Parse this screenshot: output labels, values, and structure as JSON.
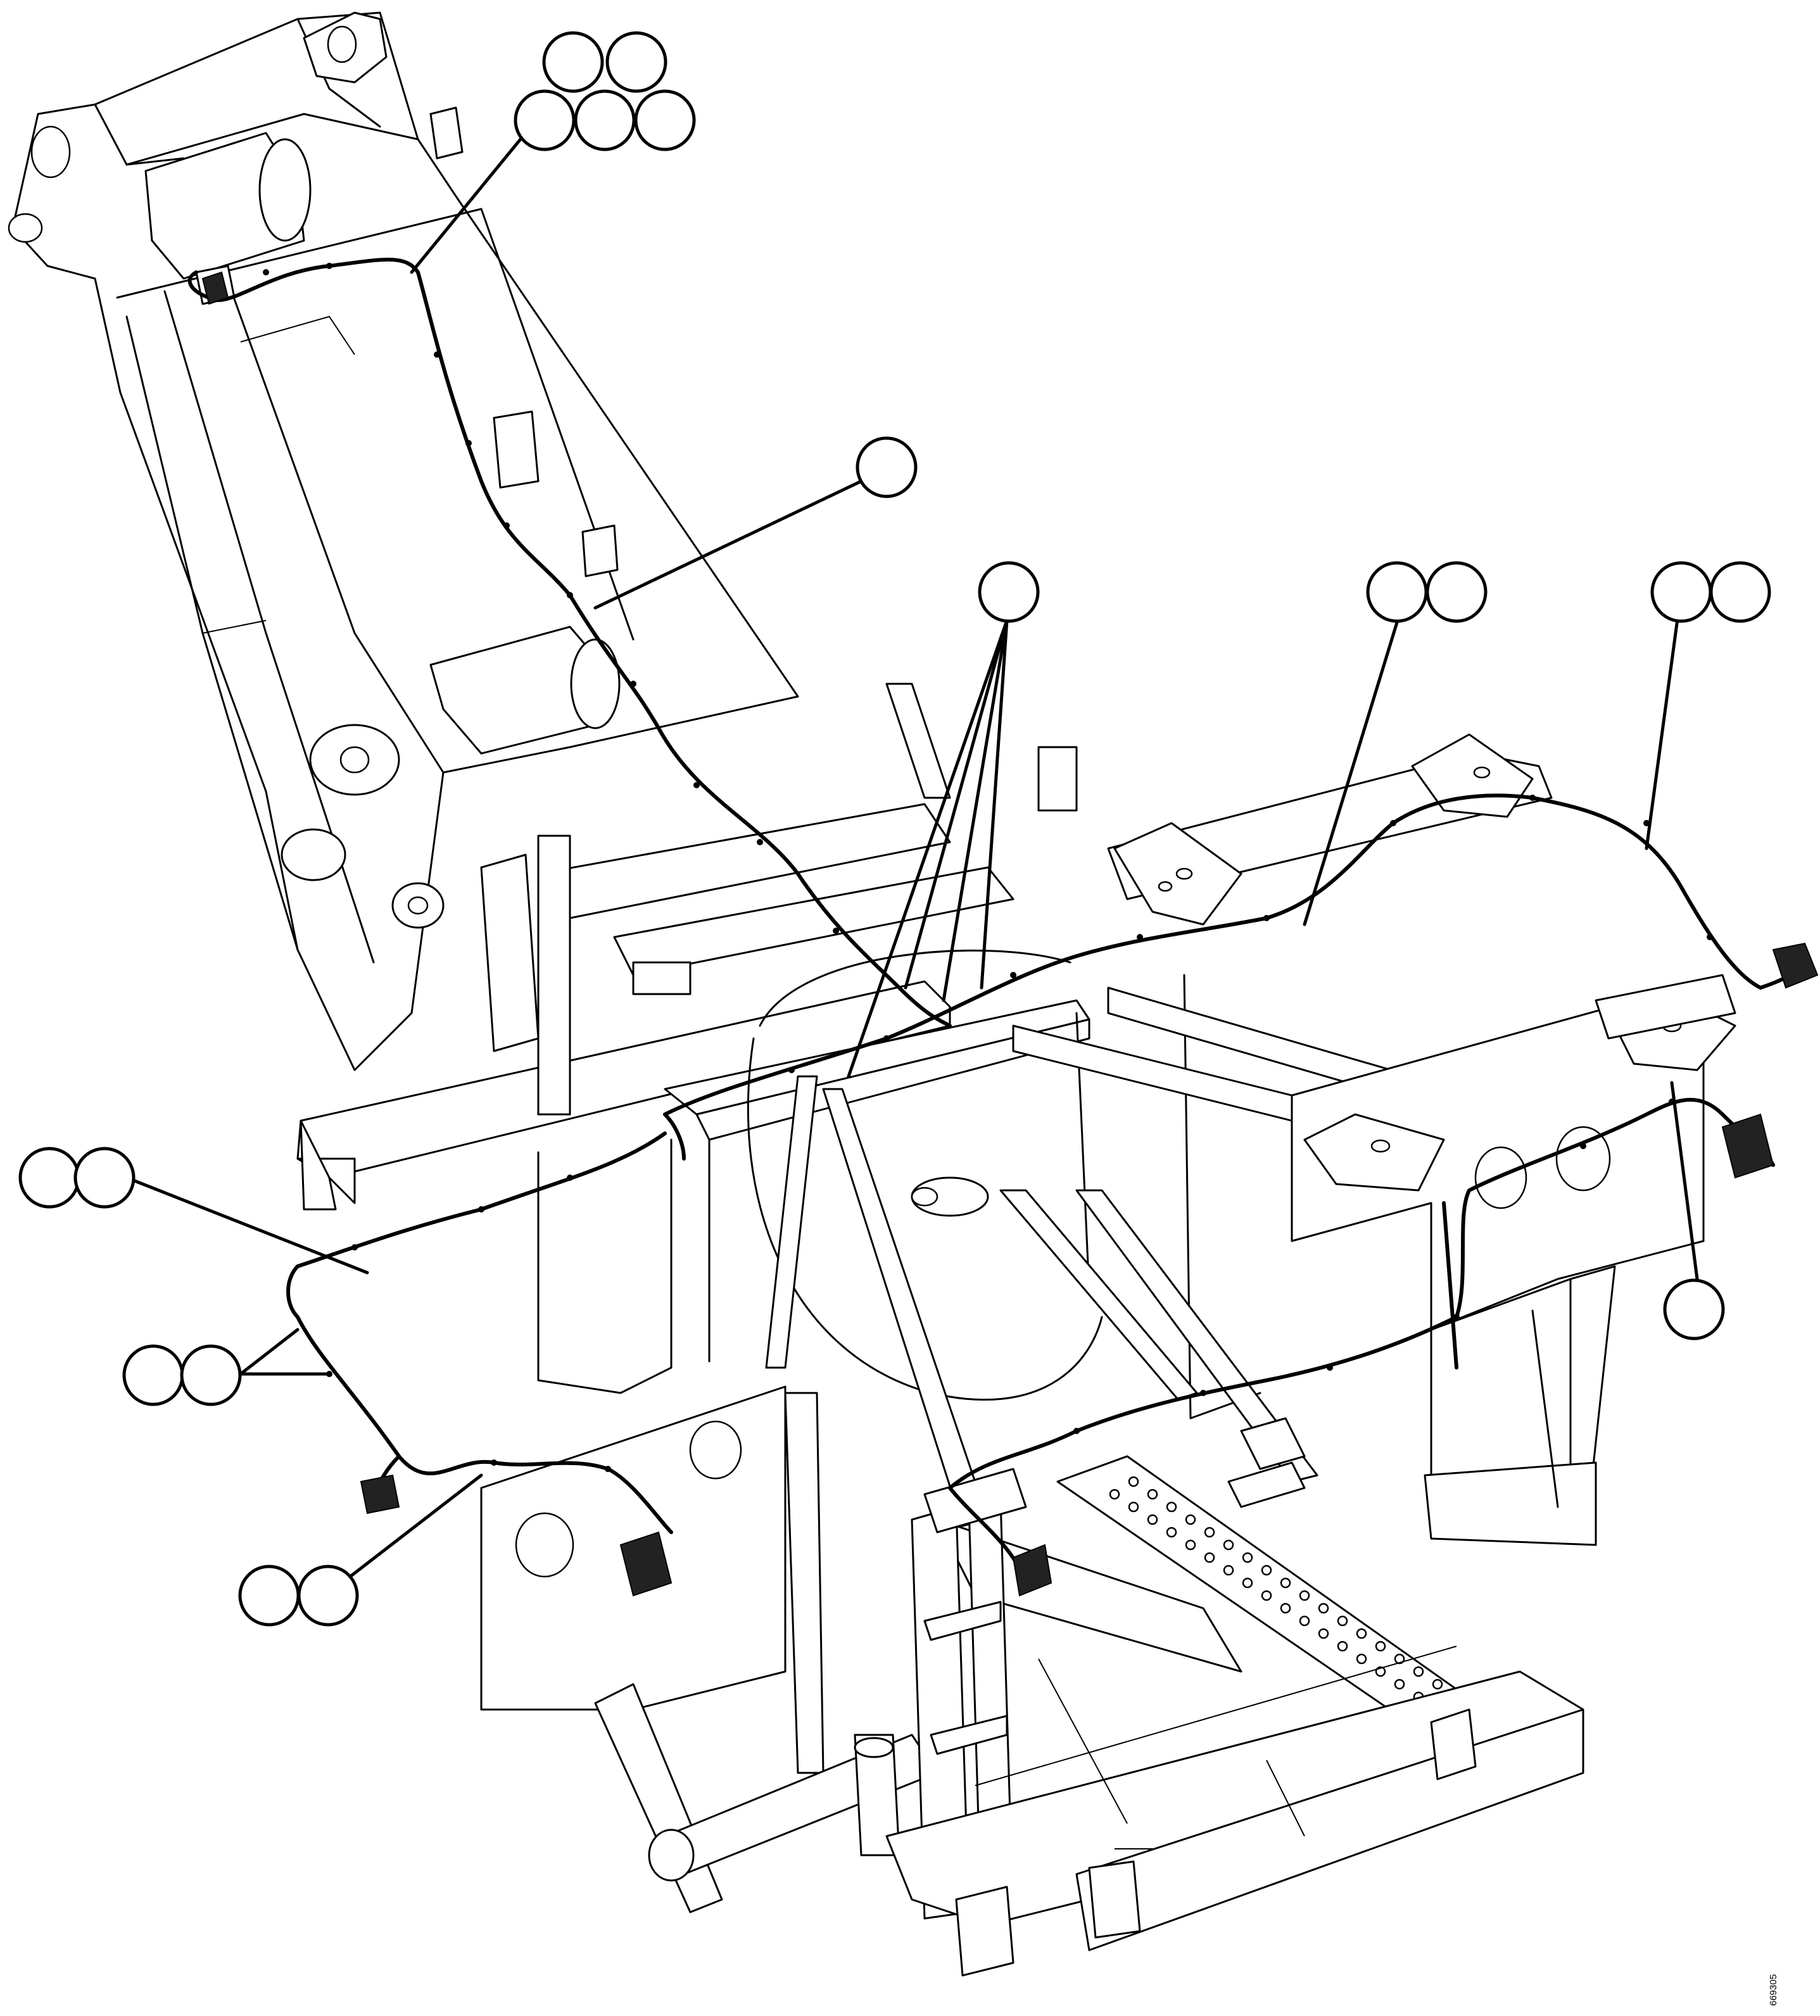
{
  "drawing": {
    "drawing_code": "669305",
    "balloon_groups": [
      {
        "name": "callout-group-top-left",
        "balloon_count": 5
      },
      {
        "name": "callout-group-boom-center",
        "balloon_count": 1
      },
      {
        "name": "callout-group-center",
        "balloon_count": 1
      },
      {
        "name": "callout-group-rear-right-a",
        "balloon_count": 2
      },
      {
        "name": "callout-group-rear-right-b",
        "balloon_count": 2
      },
      {
        "name": "callout-group-right-lower",
        "balloon_count": 1
      },
      {
        "name": "callout-group-left-upper",
        "balloon_count": 2
      },
      {
        "name": "callout-group-left-middle",
        "balloon_count": 2
      },
      {
        "name": "callout-group-left-lower",
        "balloon_count": 2
      }
    ]
  }
}
